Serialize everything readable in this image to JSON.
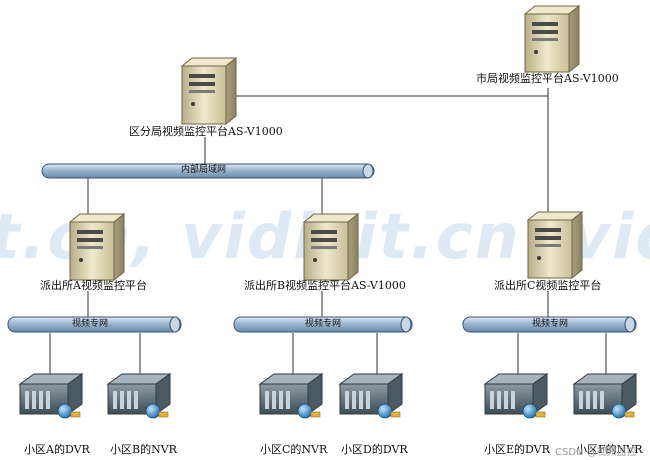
{
  "watermark": "t.cn, vidisit.cn ,vid",
  "credit": "CSDN @视频监控",
  "nodes": {
    "city_platform": "市局视频监控平台AS-V1000",
    "district_platform": "区分局视频监控平台AS-V1000",
    "station_a": "派出所A视频监控平台",
    "station_b": "派出所B视频监控平台AS-V1000",
    "station_c": "派出所C视频监控平台",
    "community_a": "小区A的DVR",
    "community_b": "小区B的NVR",
    "community_c": "小区C的NVR",
    "community_d": "小区D的DVR",
    "community_e": "小区E的DVR",
    "community_f": "小区F的NVR"
  },
  "networks": {
    "internal_lan": "内部局域网",
    "video_net_a": "视频专网",
    "video_net_b": "视频专网",
    "video_net_c": "视频专网"
  },
  "colors": {
    "bus": "#9ab6d0",
    "bus_border": "#3a5673",
    "line": "#333333",
    "server_body": "#d9cfa6",
    "recorder_body": "#5a6a75",
    "globe": "#2f8fd0"
  }
}
